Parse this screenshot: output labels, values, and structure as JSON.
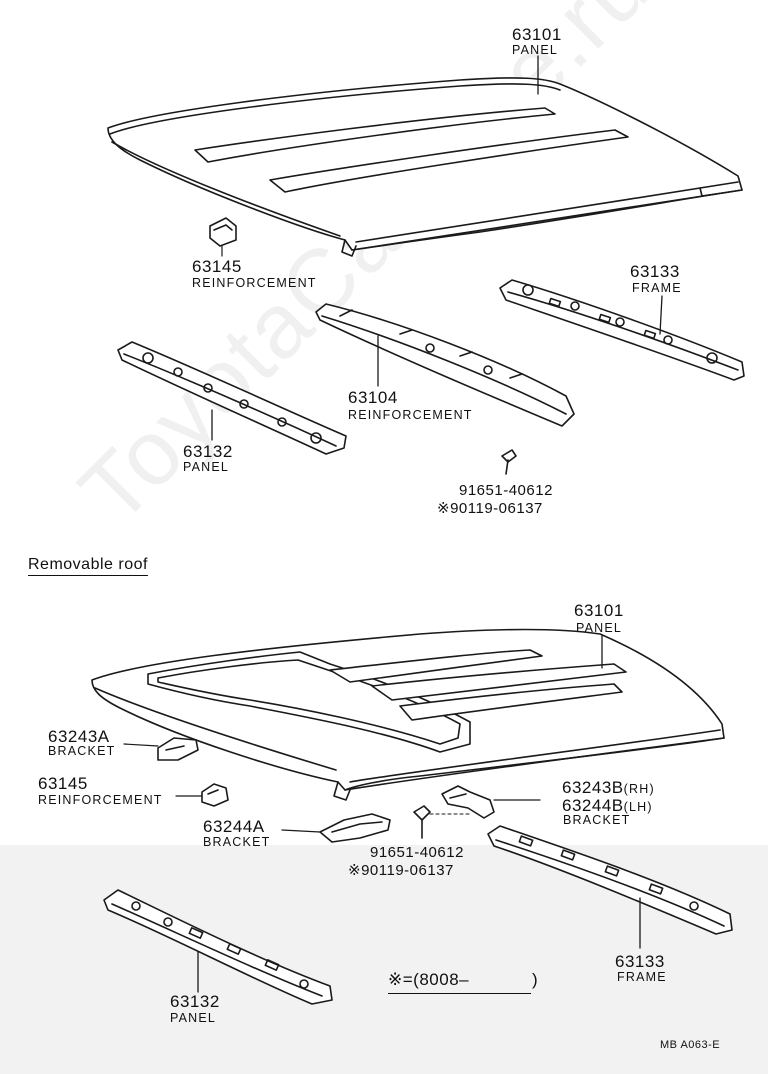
{
  "watermark": "ToyotaCarMine.ru",
  "section_title": "Removable roof",
  "doc_code": "MB  A063-E",
  "note_mark": "※=(8008–",
  "note_close": ")",
  "parts": {
    "p1_num": "63101",
    "p1_name": "PANEL",
    "p2_num": "63145",
    "p2_name": "REINFORCEMENT",
    "p3_num": "63133",
    "p3_name": "FRAME",
    "p4_num": "63104",
    "p4_name": "REINFORCEMENT",
    "p5_num": "63132",
    "p5_name": "PANEL",
    "p6_num": "91651-40612",
    "p6_alt": "※90119-06137",
    "p7_num": "63101",
    "p7_name": "PANEL",
    "p8_num": "63243A",
    "p8_name": "BRACKET",
    "p9_num": "63145",
    "p9_name": "REINFORCEMENT",
    "p10_num_a": "63243B",
    "p10_suffix_a": "(RH)",
    "p10_num_b": "63244B",
    "p10_suffix_b": "(LH)",
    "p10_name": "BRACKET",
    "p11_num": "63244A",
    "p11_name": "BRACKET",
    "p12_num": "91651-40612",
    "p12_alt": "※90119-06137",
    "p13_num": "63133",
    "p13_name": "FRAME",
    "p14_num": "63132",
    "p14_name": "PANEL"
  }
}
